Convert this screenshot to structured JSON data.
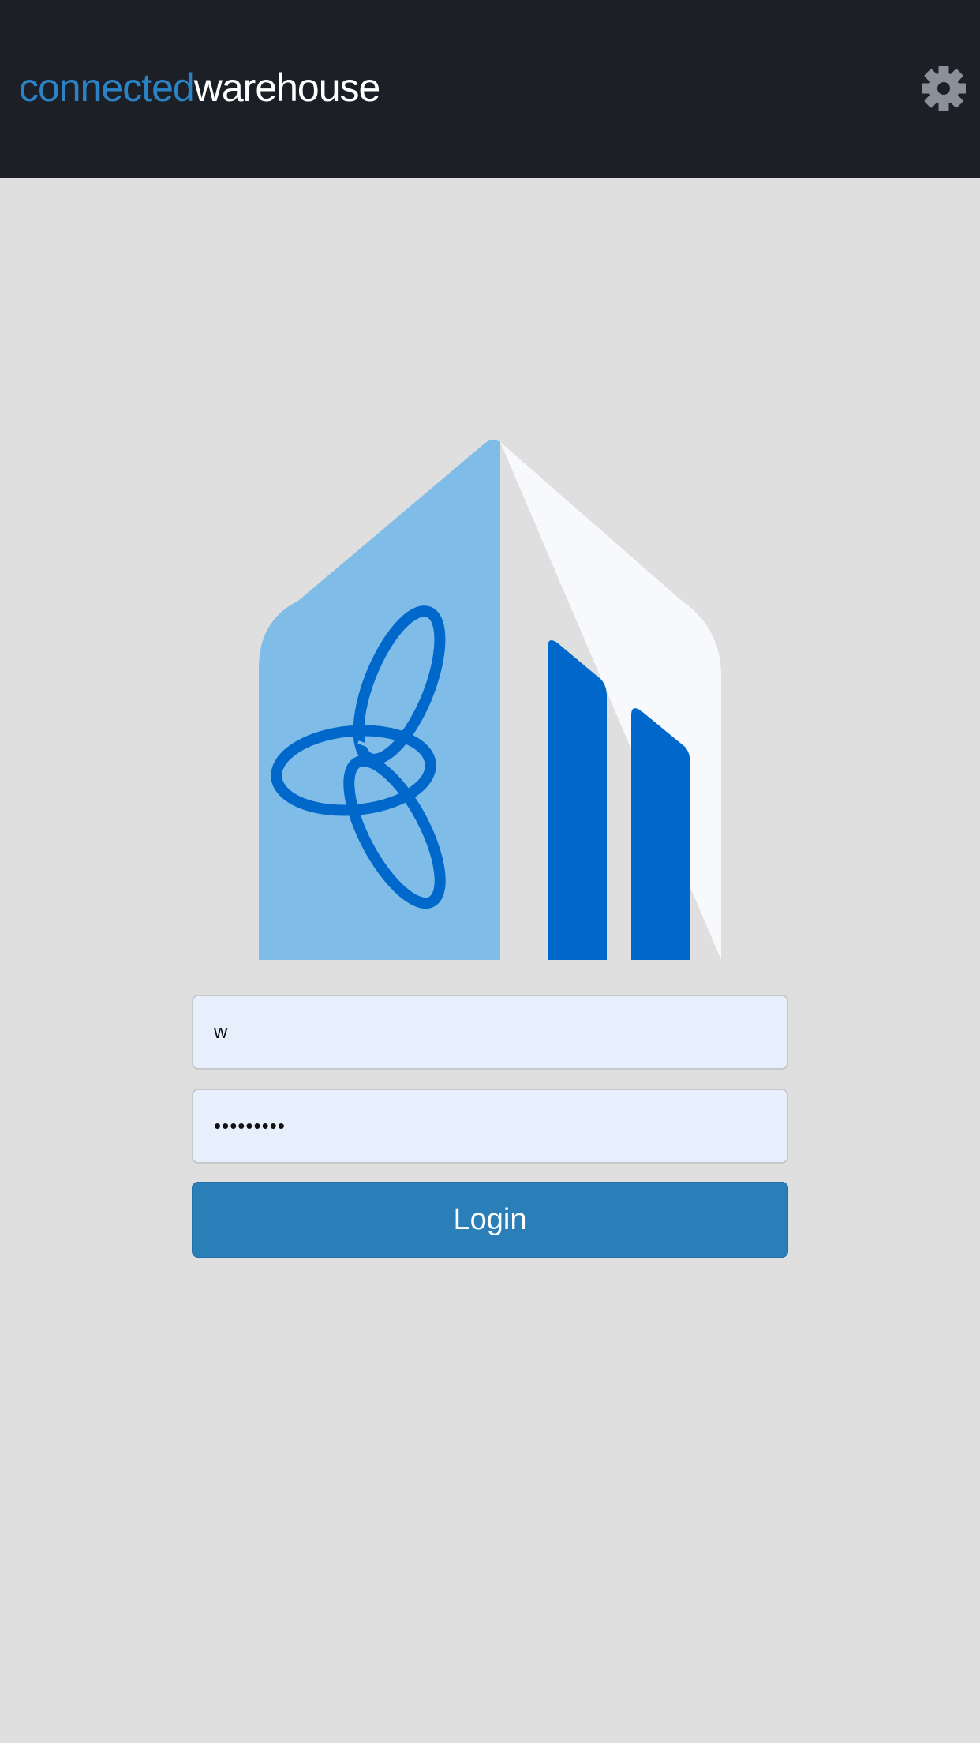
{
  "header": {
    "brand_part1": "connected",
    "brand_part2": "warehouse",
    "settings_icon": "gear-icon"
  },
  "login": {
    "username_value": "w",
    "password_value": "•••••••••",
    "button_label": "Login"
  },
  "colors": {
    "header_bg": "#1d1f27",
    "page_bg": "#dfdfe0",
    "brand_accent": "#2b83c6",
    "button_bg": "#2a7fb8",
    "input_bg": "#e8effc",
    "logo_light_blue": "#7fbce8",
    "logo_dark_blue": "#0067cb"
  }
}
